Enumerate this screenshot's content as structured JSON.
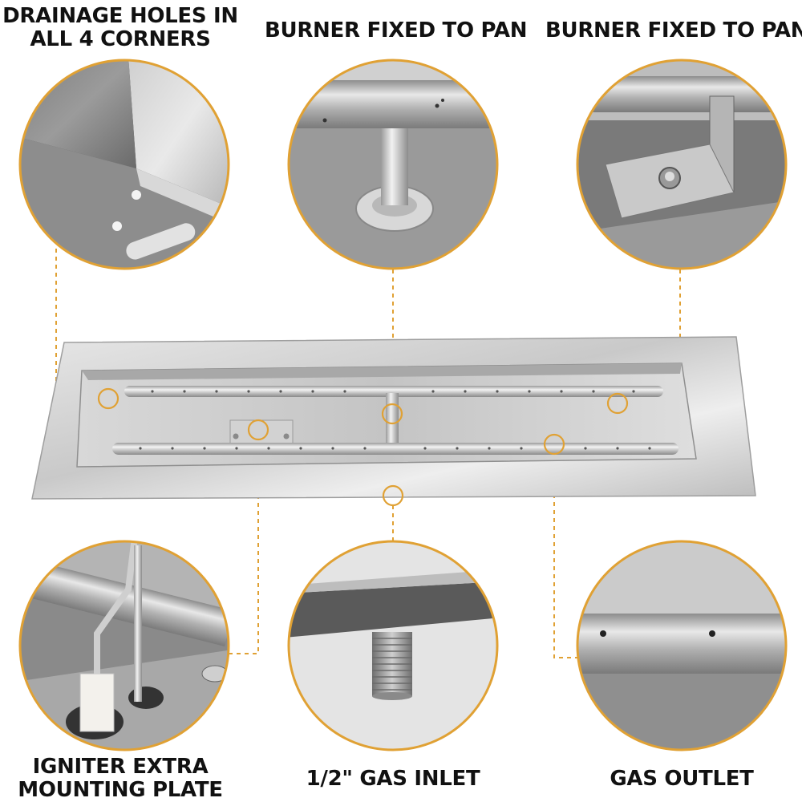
{
  "callouts": {
    "drainage": {
      "line1": "DRAINAGE HOLES IN",
      "line2": "ALL 4 CORNERS"
    },
    "burner_fixed_1": {
      "text": "BURNER FIXED TO PAN"
    },
    "burner_fixed_2": {
      "text": "BURNER FIXED TO PAN"
    },
    "igniter": {
      "line1": "IGNITER EXTRA",
      "line2": "MOUNTING PLATE"
    },
    "gas_inlet": {
      "text": "1/2\" GAS INLET"
    },
    "gas_outlet": {
      "text": "GAS OUTLET"
    }
  },
  "colors": {
    "accent": "#E0A134",
    "steel_light": "#DCDCDC",
    "steel_mid": "#A9A9A9",
    "steel_dark": "#6E6E6E"
  }
}
